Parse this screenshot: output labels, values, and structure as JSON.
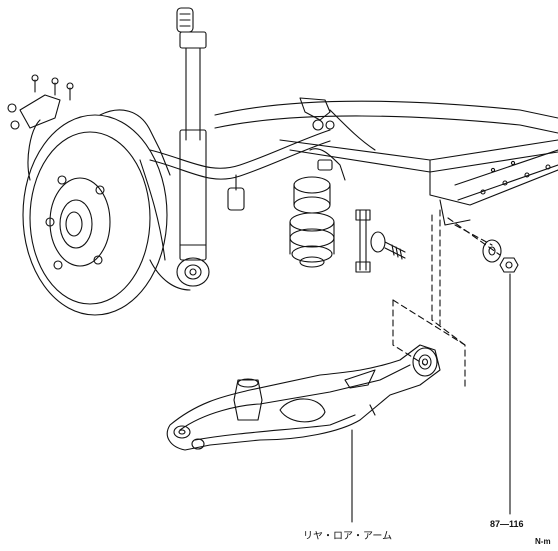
{
  "labels": {
    "part_name": "リヤ・ロア・アーム",
    "torque_value": "87—116",
    "torque_unit": "N-m"
  },
  "colors": {
    "ink": "#111111",
    "paper": "#ffffff"
  }
}
